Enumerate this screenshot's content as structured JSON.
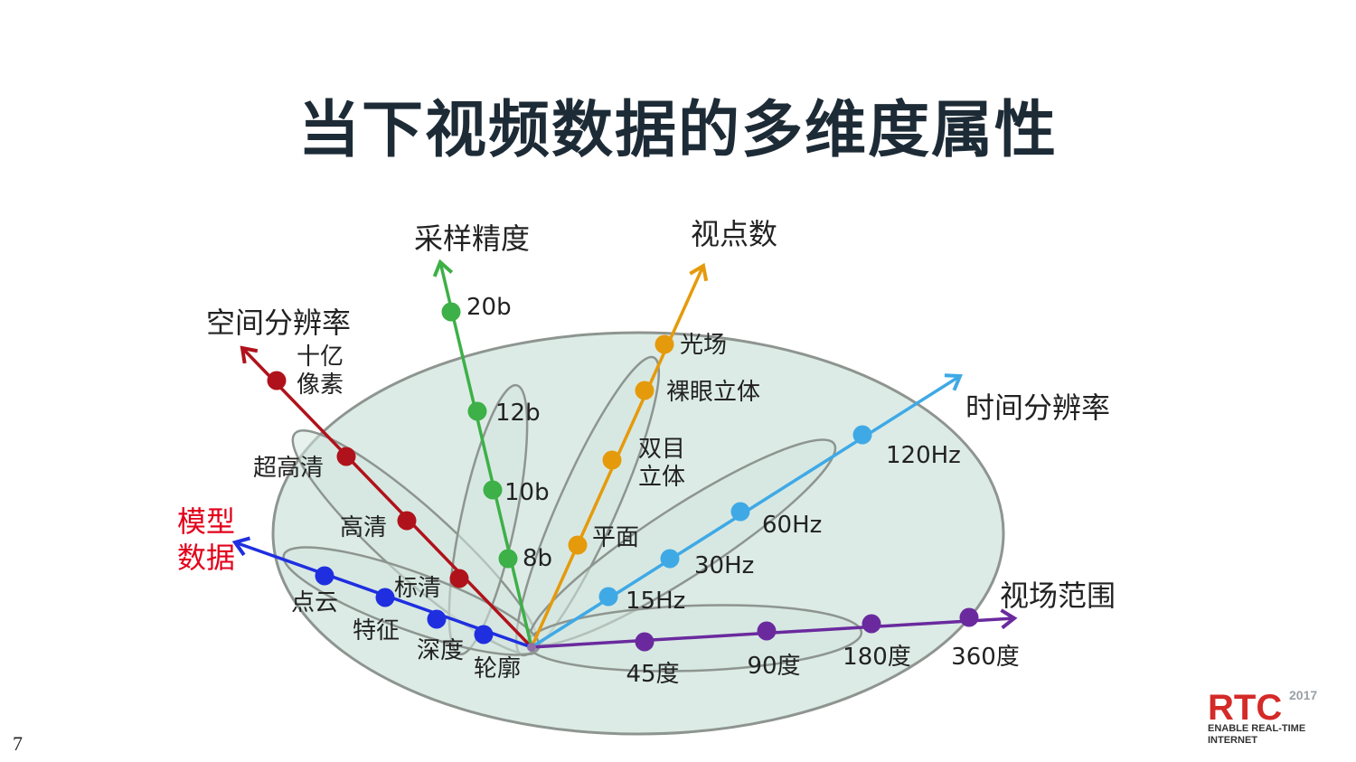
{
  "slide": {
    "title": "当下视频数据的多维度属性",
    "page_number": "7"
  },
  "logo": {
    "mark": "RTC",
    "year": "2017",
    "tagline_line1": "ENABLE REAL-TIME",
    "tagline_line2": "INTERNET"
  },
  "colors": {
    "spatial": "#b0121b",
    "sampling": "#3db047",
    "viewpoint": "#e59a0c",
    "temporal": "#3fa9e6",
    "fov": "#6a2a9e",
    "model": "#1f2fe0",
    "model_label": "#e3001b",
    "ellipse_fill": "#dcebe6",
    "ellipse_stroke": "#8e9590"
  },
  "axes": [
    {
      "id": "spatial",
      "name": "空间分辨率",
      "color": "#b0121b",
      "levels": [
        {
          "label": "标清"
        },
        {
          "label": "高清"
        },
        {
          "label": "超高清"
        },
        {
          "label": "十亿\n像素"
        }
      ]
    },
    {
      "id": "sampling",
      "name": "采样精度",
      "color": "#3db047",
      "levels": [
        {
          "label": "8b"
        },
        {
          "label": "10b"
        },
        {
          "label": "12b"
        },
        {
          "label": "20b"
        }
      ]
    },
    {
      "id": "viewpoint",
      "name": "视点数",
      "color": "#e59a0c",
      "levels": [
        {
          "label": "平面"
        },
        {
          "label": "双目\n立体"
        },
        {
          "label": "裸眼立体"
        },
        {
          "label": "光场"
        }
      ]
    },
    {
      "id": "temporal",
      "name": "时间分辨率",
      "color": "#3fa9e6",
      "levels": [
        {
          "label": "15Hz"
        },
        {
          "label": "30Hz"
        },
        {
          "label": "60Hz"
        },
        {
          "label": "120Hz"
        }
      ]
    },
    {
      "id": "fov",
      "name": "视场范围",
      "color": "#6a2a9e",
      "levels": [
        {
          "label": "45度"
        },
        {
          "label": "90度"
        },
        {
          "label": "180度"
        },
        {
          "label": "360度"
        }
      ]
    },
    {
      "id": "model",
      "name": "模型\n数据",
      "color": "#1f2fe0",
      "name_color": "#e3001b",
      "levels": [
        {
          "label": "轮廓"
        },
        {
          "label": "深度"
        },
        {
          "label": "特征"
        },
        {
          "label": "点云"
        }
      ]
    }
  ]
}
